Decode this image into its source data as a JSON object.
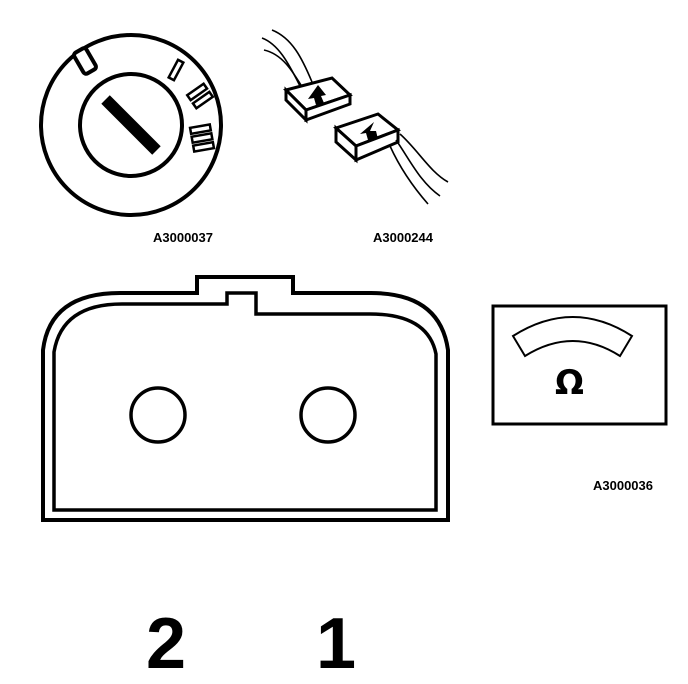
{
  "figures": {
    "ignition_switch": {
      "ref": "A3000037",
      "positions": [
        "0",
        "I",
        "II",
        "III"
      ]
    },
    "connector": {
      "ref": "A3000244"
    },
    "ohmmeter": {
      "ref": "A3000036",
      "symbol": "Ω"
    },
    "socket": {
      "pins": [
        "2",
        "1"
      ]
    }
  },
  "colors": {
    "ink": "#000000",
    "paper": "#ffffff"
  }
}
